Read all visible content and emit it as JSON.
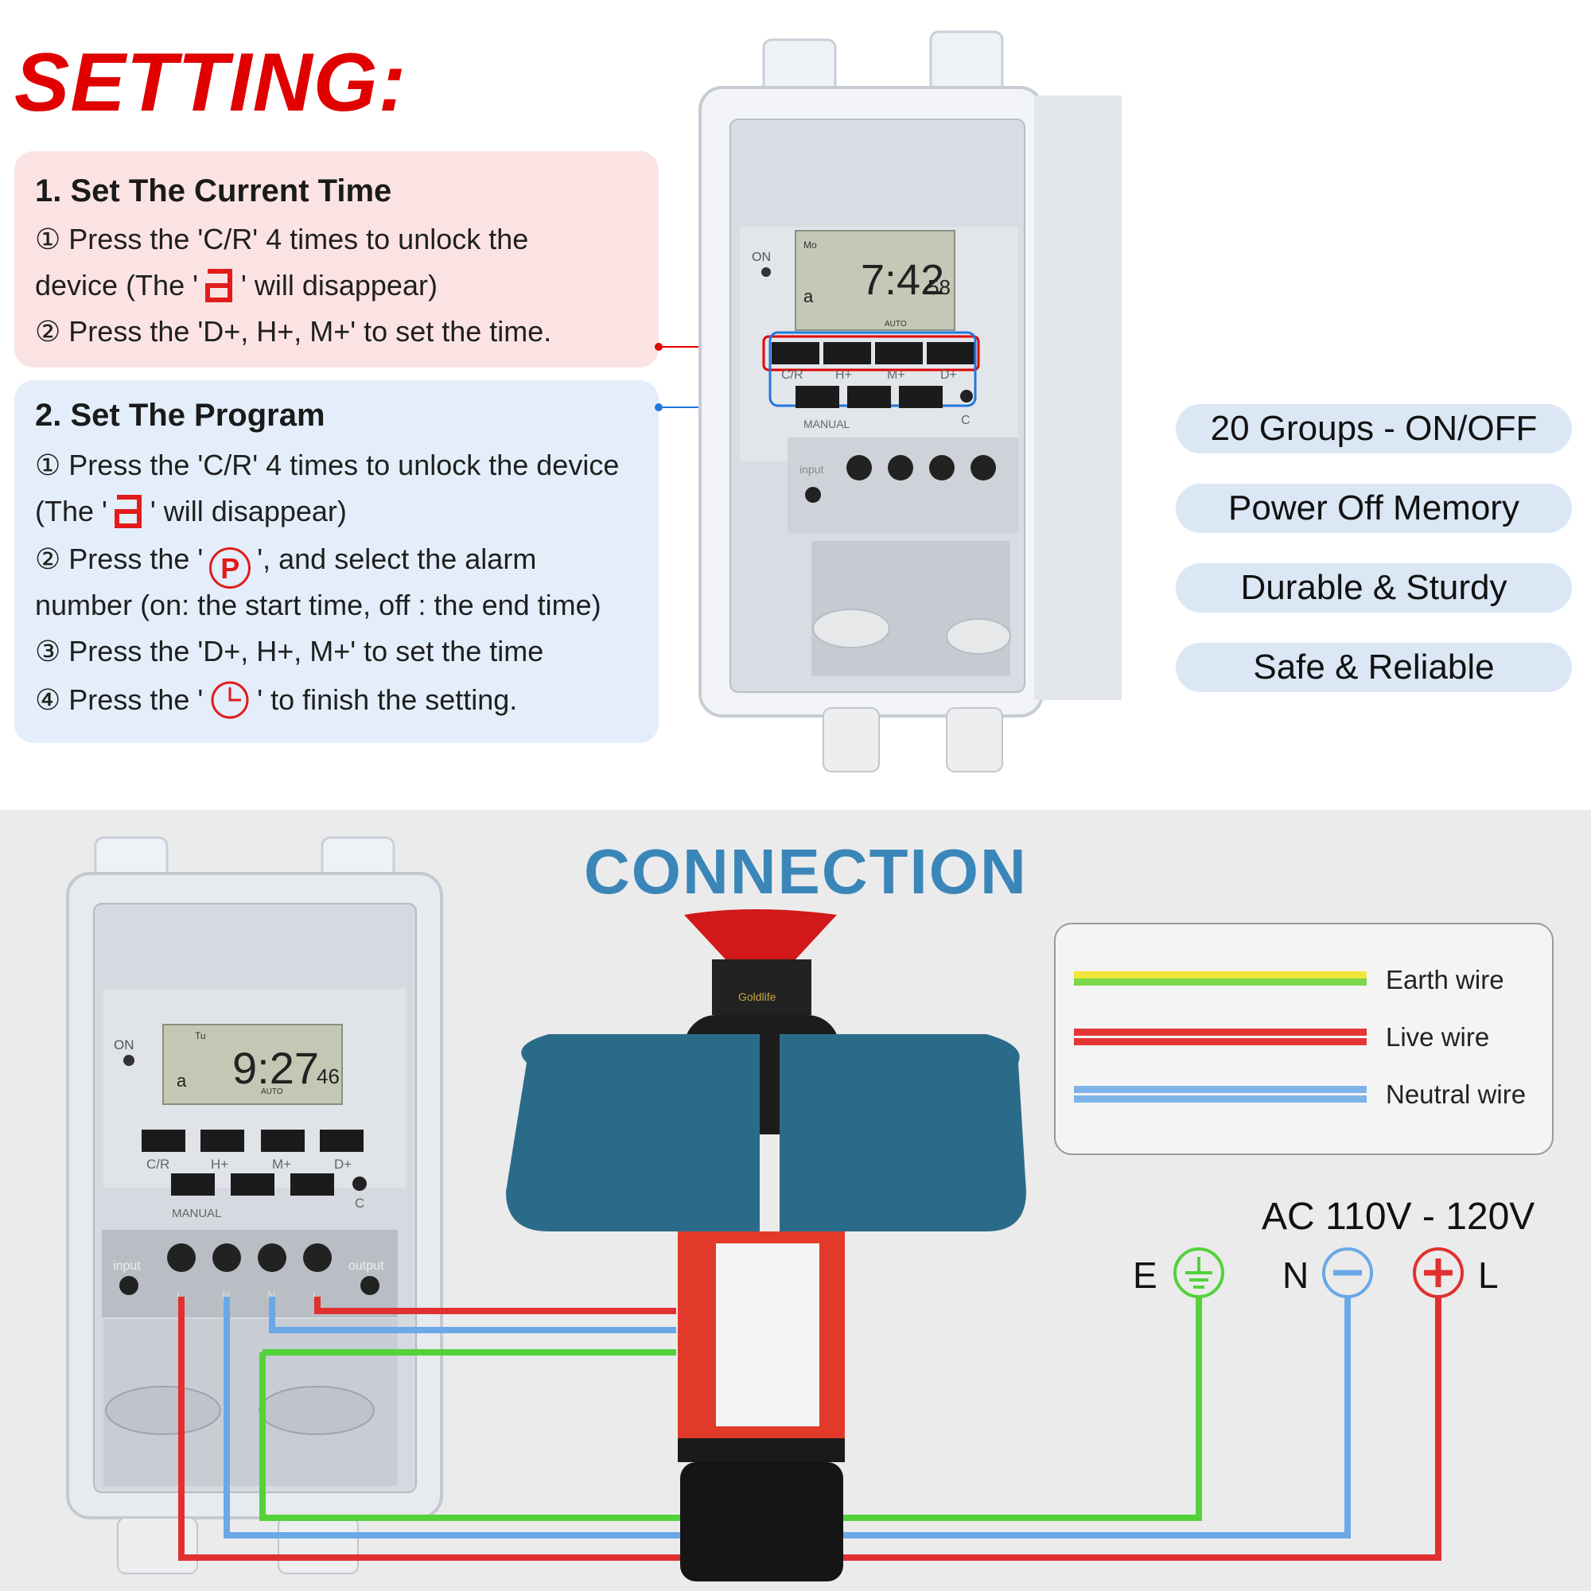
{
  "title": "SETTING:",
  "panel1": {
    "heading": "1. Set The Current Time",
    "step1_num": "①",
    "step1_a": "Press the 'C/R' 4 times to unlock the",
    "step1_b1": "device (The '",
    "step1_b2": "' will disappear)",
    "step2_num": "②",
    "step2": "Press the 'D+, H+, M+' to set the time."
  },
  "panel2": {
    "heading": "2. Set The Program",
    "step1_num": "①",
    "step1_a": "Press the 'C/R' 4 times to unlock the device",
    "step1_b1": "(The '",
    "step1_b2": "' will disappear)",
    "step2_num": "②",
    "step2_a1": "Press the '",
    "step2_icon": "P",
    "step2_a2": "', and select the alarm",
    "step2_b": "number (on: the start time, off : the end time)",
    "step3_num": "③",
    "step3": "Press the 'D+, H+, M+' to set the time",
    "step4_num": "④",
    "step4_a": "Press the '",
    "step4_b": "' to finish the setting."
  },
  "features": [
    "20 Groups - ON/OFF",
    "Power Off Memory",
    "Durable & Sturdy",
    "Safe & Reliable"
  ],
  "device_top": {
    "on_label": "ON",
    "day": "Mo",
    "time": "7:42",
    "seconds": "58",
    "mode": "AUTO",
    "lock_glyph": "a",
    "buttons": [
      "C/R",
      "H+",
      "M+",
      "D+"
    ],
    "manual": "MANUAL",
    "c_label": "C",
    "input_label": "input"
  },
  "connection": {
    "title": "CONNECTION",
    "legend": [
      {
        "label": "Earth wire",
        "colors": [
          "#f2e53a",
          "#7cd64a"
        ]
      },
      {
        "label": "Live wire",
        "colors": [
          "#e53535",
          "#e53535"
        ]
      },
      {
        "label": "Neutral wire",
        "colors": [
          "#7fb4ea",
          "#7fb4ea"
        ]
      }
    ],
    "voltage": "AC 110V - 120V",
    "terminals": [
      "E",
      "N",
      "L"
    ]
  },
  "device_bottom": {
    "on_label": "ON",
    "day": "Tu",
    "time": "9:27",
    "seconds": "46",
    "mode": "AUTO",
    "lock_glyph": "a",
    "buttons": [
      "C/R",
      "H+",
      "M+",
      "D+"
    ],
    "manual": "MANUAL",
    "c_label": "C",
    "input_label": "input",
    "output_label": "output",
    "terminal_marks": [
      "L",
      "N",
      "N",
      "L"
    ]
  },
  "pump": {
    "brand": "Goldlife"
  },
  "colors": {
    "red": "#e00000",
    "blue_title": "#3a86b8",
    "earth": "#53d23a",
    "live": "#e03030",
    "neutral": "#6aa8e6"
  }
}
